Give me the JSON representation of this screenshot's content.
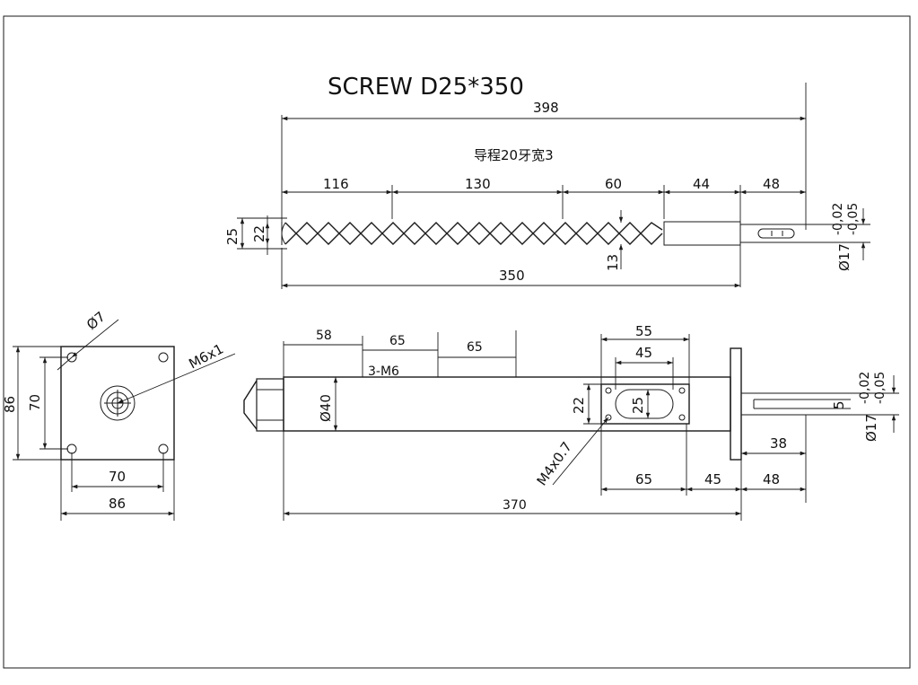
{
  "title": "SCREW D25*350",
  "note_cn": "导程20牙宽3",
  "screw_view": {
    "overall": "398",
    "segments": [
      "116",
      "130",
      "60",
      "44",
      "48"
    ],
    "length": "350",
    "outer_d": "25",
    "inner_d": "22",
    "thread_h": "13",
    "shaft": "Ø17",
    "tol_upper": "-0,02",
    "tol_lower": "-0,05"
  },
  "flange_view": {
    "hole": "Ø7",
    "thread": "M6x1",
    "height_outer": "86",
    "height_inner": "70",
    "width_inner": "70",
    "width_outer": "86"
  },
  "housing_view": {
    "pos1": "58",
    "pos2": "65",
    "pos3": "65",
    "tapped": "3-M6",
    "bore": "Ø40",
    "slot_outer": "55",
    "slot_inner": "45",
    "slot_h_outer": "22",
    "slot_h_inner": "25",
    "screw": "M4x0.7",
    "key": "5",
    "shaft": "Ø17",
    "tol_upper": "-0,02",
    "tol_lower": "-0,05",
    "shaft_len": "38",
    "bot1": "65",
    "bot2": "45",
    "bot3": "48",
    "length": "370"
  }
}
